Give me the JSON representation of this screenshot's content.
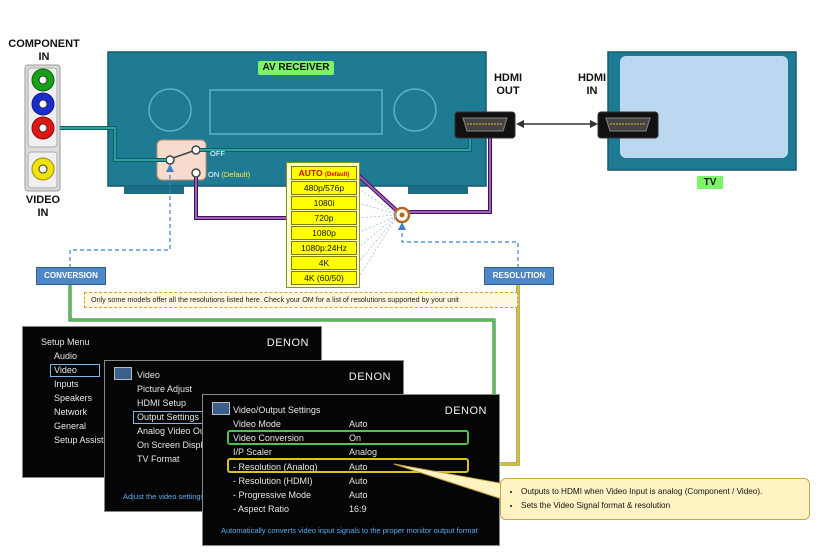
{
  "labels": {
    "component_in": "COMPONENT\nIN",
    "video_in": "VIDEO\nIN",
    "av_receiver": "AV RECEIVER",
    "hdmi_out": "HDMI\nOUT",
    "hdmi_in": "HDMI\nIN",
    "tv": "TV",
    "switch_off": "OFF",
    "switch_on": "ON",
    "switch_default": "(Default)"
  },
  "resolutions": {
    "auto_label": "AUTO",
    "auto_default": "(Default)",
    "items": [
      "480p/576p",
      "1080i",
      "720p",
      "1080p",
      "1080p:24Hz",
      "4K",
      "4K (60/50)"
    ]
  },
  "tags": {
    "conversion": "CONVERSION",
    "resolution": "RESOLUTION"
  },
  "note": "Only some models offer all the resolutions listed here. Check your OM for a list of resolutions supported by your unit",
  "setup_menu": {
    "title": "Setup Menu",
    "brand": "DENON",
    "items": [
      "Audio",
      "Video",
      "Inputs",
      "Speakers",
      "Network",
      "General",
      "Setup Assista"
    ]
  },
  "video_menu": {
    "title": "Video",
    "brand": "DENON",
    "items": [
      "Picture Adjust",
      "HDMI Setup",
      "Output Settings",
      "Analog Video Ou",
      "On Screen Displ",
      "TV Format"
    ],
    "footer": "Adjust the video settings"
  },
  "output_menu": {
    "title": "Video/Output Settings",
    "brand": "DENON",
    "rows": [
      {
        "label": "Video Mode",
        "value": "Auto"
      },
      {
        "label": "Video Conversion",
        "value": "On"
      },
      {
        "label": "I/P Scaler",
        "value": "Analog"
      },
      {
        "label": "- Resolution (Analog)",
        "value": "Auto"
      },
      {
        "label": "- Resolution (HDMI)",
        "value": "Auto"
      },
      {
        "label": "- Progressive Mode",
        "value": "Auto"
      },
      {
        "label": "- Aspect Ratio",
        "value": "16:9"
      }
    ],
    "footer": "Automatically converts video input signals to the proper monitor output format"
  },
  "callout": {
    "lines": [
      "Outputs to HDMI when Video Input is analog (Component / Video).",
      "Sets the Video Signal format & resolution"
    ]
  },
  "colors": {
    "receiver": "#1f7a93",
    "tv_frame": "#1f7a93",
    "tv_screen": "#bcd8f0",
    "label_green": "#7ef36a",
    "resolution_yellow": "#ffff00",
    "connection_teal": "#2aa3a0",
    "connection_purple": "#8e3aa3",
    "highlight_green": "#4fc24f",
    "highlight_yellow": "#d9c21a",
    "tag_blue": "#4f86c4"
  }
}
